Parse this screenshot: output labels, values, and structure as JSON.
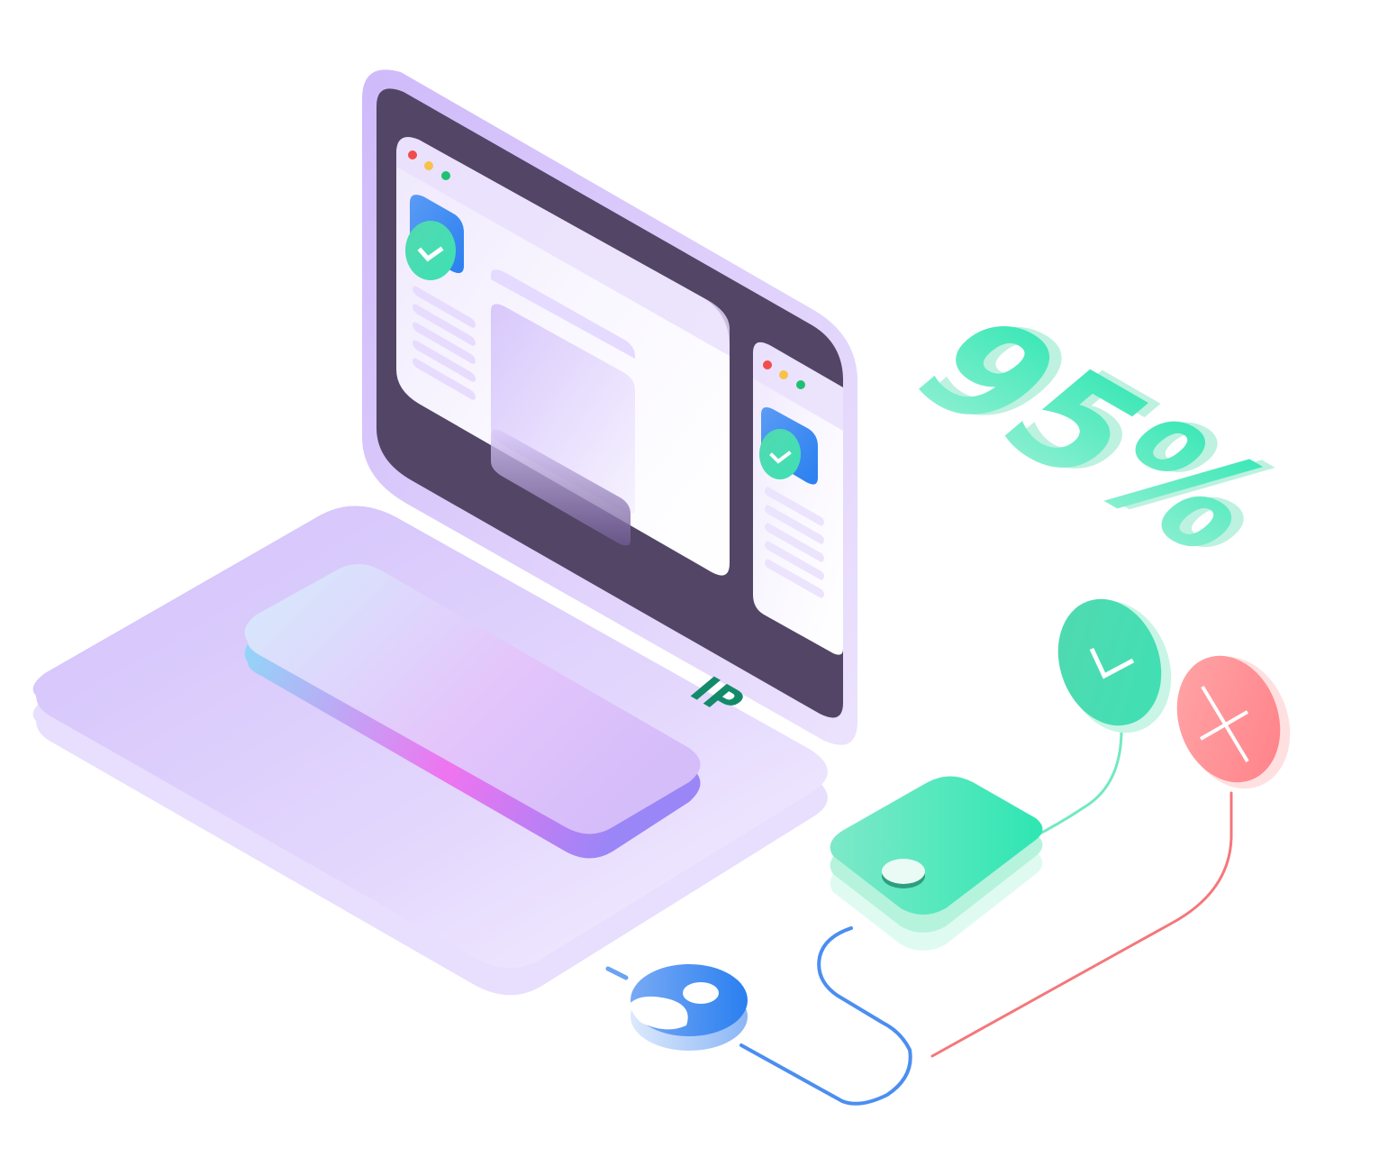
{
  "illustration": {
    "subject": "Laptop with IP verification module",
    "stat": {
      "value": "95%",
      "color": "#2ee6b2"
    },
    "ip_module": {
      "label": "IP",
      "color": "#2ee6b2",
      "label_color": "#138a6a"
    },
    "status_icons": [
      {
        "name": "success",
        "glyph": "check",
        "color": "#3fdcae"
      },
      {
        "name": "failure",
        "glyph": "cross",
        "color": "#ff8a8f"
      }
    ],
    "user_node": {
      "icon": "user-icon",
      "color": "#2a7ff0"
    },
    "browser_windows": [
      {
        "name": "main-window",
        "dots": [
          "#f24b4b",
          "#f7c24a",
          "#20c073"
        ],
        "badge": "check"
      },
      {
        "name": "side-window",
        "dots": [
          "#f24b4b",
          "#f7c24a",
          "#20c073"
        ],
        "badge": "check"
      }
    ],
    "colors": {
      "bezel": "#d3c1fb",
      "screen": "#534566",
      "keyboard_base": "#dcccfb",
      "trackpad_gradient": [
        "#8be0fa",
        "#ef75f0",
        "#9b85f7"
      ],
      "wire_blue": "#4b8ef1",
      "wire_red": "#f4777b",
      "wire_green": "#72e9c2"
    }
  }
}
